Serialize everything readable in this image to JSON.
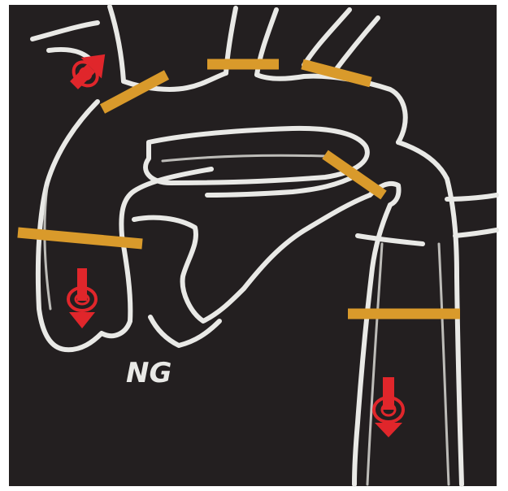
{
  "diagram": {
    "label": "NG",
    "colors": {
      "background": "#231f20",
      "frame": "#ffffff",
      "vessel": "#e9e9e6",
      "clamp": "#d99a2b",
      "flow_marker": "#e0262b"
    },
    "clamps": [
      {
        "name": "clamp-innominate"
      },
      {
        "name": "clamp-left-carotid"
      },
      {
        "name": "clamp-left-subclavian"
      },
      {
        "name": "clamp-ductus"
      },
      {
        "name": "clamp-ascending"
      },
      {
        "name": "clamp-descending"
      }
    ],
    "flow_markers": [
      {
        "name": "flow-marker-innominate",
        "direction": "up"
      },
      {
        "name": "flow-marker-ascending",
        "direction": "down"
      },
      {
        "name": "flow-marker-descending",
        "direction": "down"
      }
    ]
  }
}
